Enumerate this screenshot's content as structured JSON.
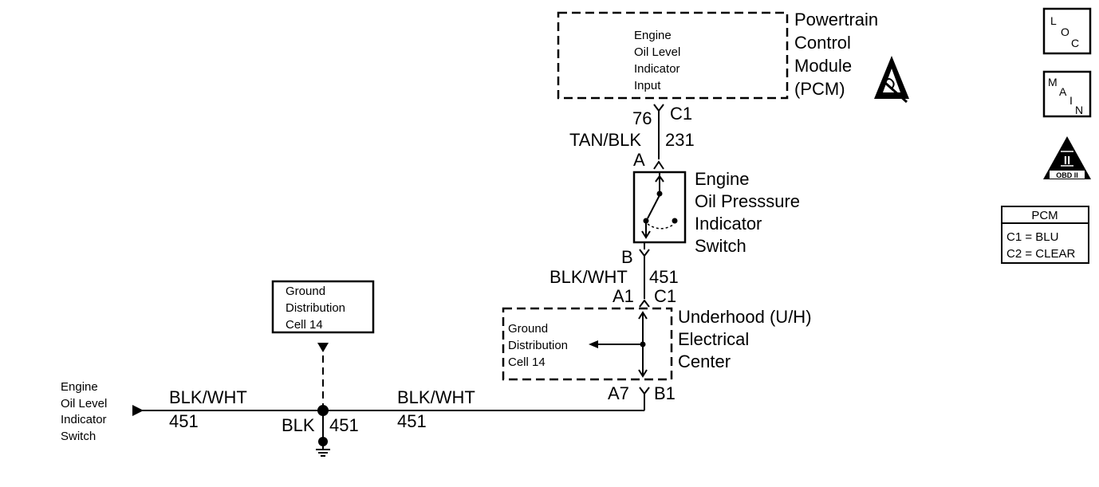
{
  "pcm": {
    "name_lines": [
      "Powertrain",
      "Control",
      "Module",
      "(PCM)"
    ],
    "input_lines": [
      "Engine",
      "Oil Level",
      "Indicator",
      "Input"
    ],
    "pin": "76",
    "connector": "C1"
  },
  "wire_top": {
    "color": "TAN/BLK",
    "circuit": "231"
  },
  "switch": {
    "terminal_top": "A",
    "terminal_bottom": "B",
    "name_lines": [
      "Engine",
      "Oil Presssure",
      "Indicator",
      "Switch"
    ]
  },
  "wire_mid": {
    "color": "BLK/WHT",
    "circuit": "451"
  },
  "uh_center": {
    "pin_top": "A1",
    "conn_top": "C1",
    "pin_bottom": "A7",
    "conn_bottom": "B1",
    "name_lines": [
      "Underhood (U/H)",
      "Electrical",
      "Center"
    ],
    "ground_ref_lines": [
      "Ground",
      "Distribution",
      "Cell 14"
    ]
  },
  "ground_box": {
    "lines": [
      "Ground",
      "Distribution",
      "Cell 14"
    ]
  },
  "wire_bottom_right": {
    "color": "BLK/WHT",
    "circuit": "451"
  },
  "wire_bottom_left": {
    "color": "BLK/WHT",
    "circuit": "451"
  },
  "splice": {
    "color": "BLK",
    "circuit": "451"
  },
  "left_component": {
    "lines": [
      "Engine",
      "Oil Level",
      "Indicator",
      "Switch"
    ]
  },
  "legend": {
    "loc_letters": [
      "L",
      "O",
      "C"
    ],
    "main_letters": [
      "M",
      "A",
      "I",
      "N"
    ],
    "obd_numeral": "II",
    "obd_label": "OBD II",
    "pcm_table": {
      "header": "PCM",
      "rows": [
        "C1 = BLU",
        "C2 = CLEAR"
      ]
    }
  }
}
